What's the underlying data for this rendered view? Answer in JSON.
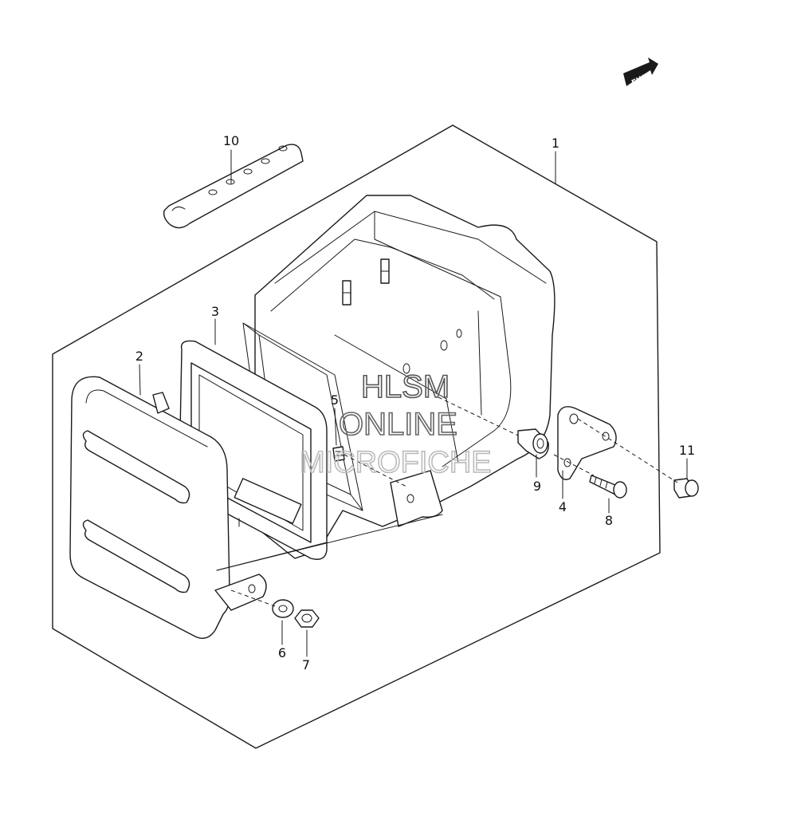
{
  "fwd_badge": {
    "label": "FWD"
  },
  "callouts": [
    {
      "id": "1",
      "label": "1"
    },
    {
      "id": "2",
      "label": "2"
    },
    {
      "id": "3",
      "label": "3"
    },
    {
      "id": "4",
      "label": "4"
    },
    {
      "id": "5",
      "label": "5"
    },
    {
      "id": "6",
      "label": "6"
    },
    {
      "id": "7",
      "label": "7"
    },
    {
      "id": "8",
      "label": "8"
    },
    {
      "id": "9",
      "label": "9"
    },
    {
      "id": "10",
      "label": "10"
    },
    {
      "id": "11",
      "label": "11"
    }
  ],
  "watermark": {
    "line1": "HLSM",
    "line2": "ONLINE",
    "line3": "MICROFICHE"
  },
  "colors": {
    "line": "#1a1a1a",
    "background": "#ffffff",
    "watermark": "#6e6e6e"
  }
}
